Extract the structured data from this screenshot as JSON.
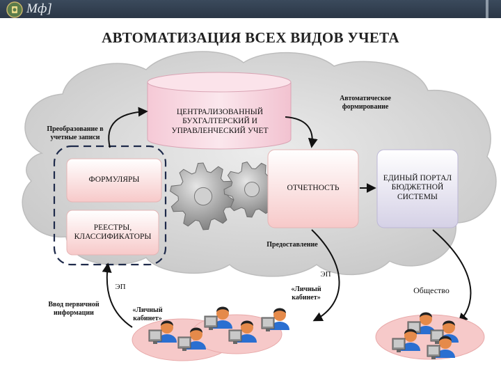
{
  "header": {
    "logo_text": "Мф]"
  },
  "title": "АВТОМАТИЗАЦИЯ ВСЕХ ВИДОВ УЧЕТА",
  "nodes": {
    "central": "ЦЕНТРАЛИЗОВАННЫЙ БУХГАЛТЕРСКИЙ И УПРАВЛЕНЧЕСКИЙ УЧЕТ",
    "formulars": "ФОРМУЛЯРЫ",
    "registers": "РЕЕСТРЫ, КЛАССИФИКАТОРЫ",
    "reporting": "ОТЧЕТНОСТЬ",
    "portal": "ЕДИНЫЙ ПОРТАЛ БЮДЖЕТНОЙ СИСТЕМЫ"
  },
  "labels": {
    "auto_forming": "Автоматическое формирование",
    "conversion": "Преобразование в учетные записи",
    "providing": "Предоставление",
    "ep_right": "ЭП",
    "ep_left": "ЭП",
    "personal_cabinet_right": "«Личный кабинет»",
    "personal_cabinet_left": "«Личный кабинет»",
    "primary_input": "Ввод первичной информации",
    "society": "Общество"
  },
  "colors": {
    "cloud": "#d9d9d9",
    "central_box": "#f7d6df",
    "reporting_box": "#f9d2d2",
    "portal_box": "#dcd9ea",
    "gear": "#9a9a9a",
    "topbar": "#2f3b4b",
    "person_shirt": "#2a6fd1",
    "person_face": "#e58a4a",
    "platform": "#f4c6c6"
  }
}
